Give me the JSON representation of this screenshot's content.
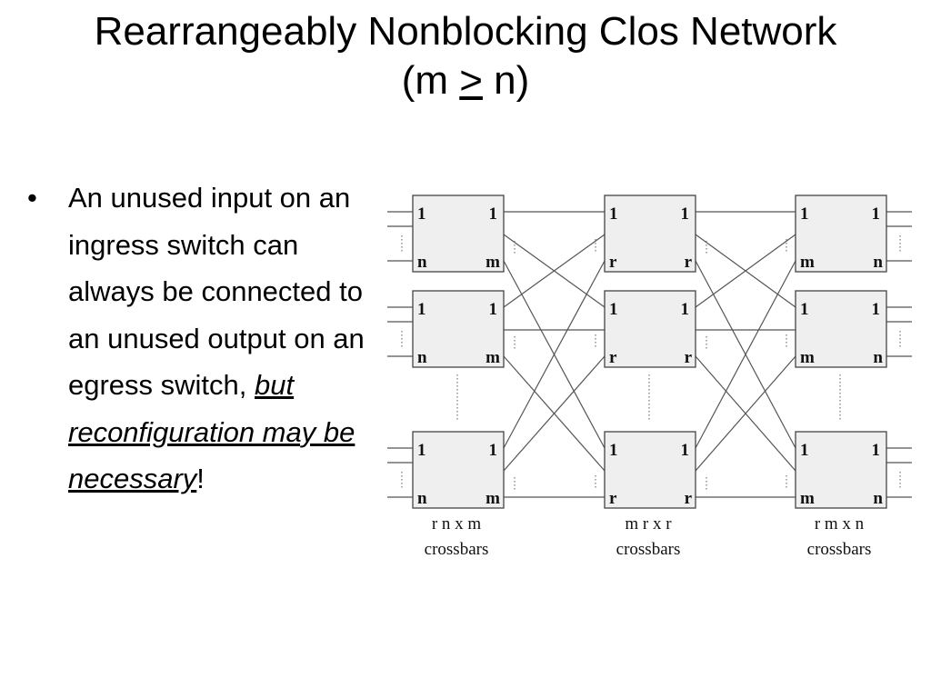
{
  "title": {
    "line1": "Rearrangeably Nonblocking Clos Network",
    "line2_open": "(m ",
    "line2_symbol": ">",
    "line2_close": " n)"
  },
  "bullet": {
    "marker": "•",
    "text": "An unused input on an ingress switch can always be connected to an unused output on an egress switch, ",
    "emphasis": "but reconfiguration may be necessary",
    "tail": "!"
  },
  "diagram": {
    "ingress": {
      "top_left": "1",
      "top_right": "1",
      "bottom_left": "n",
      "bottom_right": "m",
      "caption_line1": "r n x m",
      "caption_line2": "crossbars"
    },
    "middle": {
      "top_left": "1",
      "top_right": "1",
      "bottom_left": "r",
      "bottom_right": "r",
      "caption_line1": "m r x r",
      "caption_line2": "crossbars"
    },
    "egress": {
      "top_left": "1",
      "top_right": "1",
      "bottom_left": "m",
      "bottom_right": "n",
      "caption_line1": "r m x n",
      "caption_line2": "crossbars"
    }
  }
}
